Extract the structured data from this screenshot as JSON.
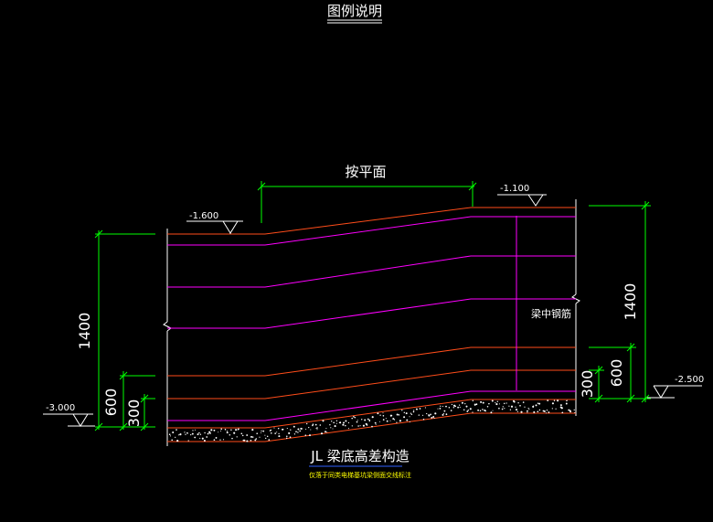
{
  "header": {
    "title": "图例说明"
  },
  "labels": {
    "flat_face": "按平面",
    "mid_rebar": "梁中钢筋",
    "caption": "JL 梁底高差构造",
    "subcaption": "仅落于同类电梯基坑梁侧面交线标注"
  },
  "elevations": {
    "left_top": "-1.600",
    "right_top": "-1.100",
    "right_bottom": "-2.500",
    "left_bottom": "-3.000"
  },
  "dimensions": {
    "left_height": "1400",
    "left_600": "600",
    "left_300": "300",
    "right_height": "1400",
    "right_600": "600",
    "right_300": "300"
  },
  "colors": {
    "background": "#000000",
    "beam_outline": "#ff4d1a",
    "rebar": "#ff00ff",
    "dimension": "#00ff00",
    "text": "#ffffff",
    "concrete_hatch": "#ffffff",
    "caption_sub": "#ffff00"
  }
}
